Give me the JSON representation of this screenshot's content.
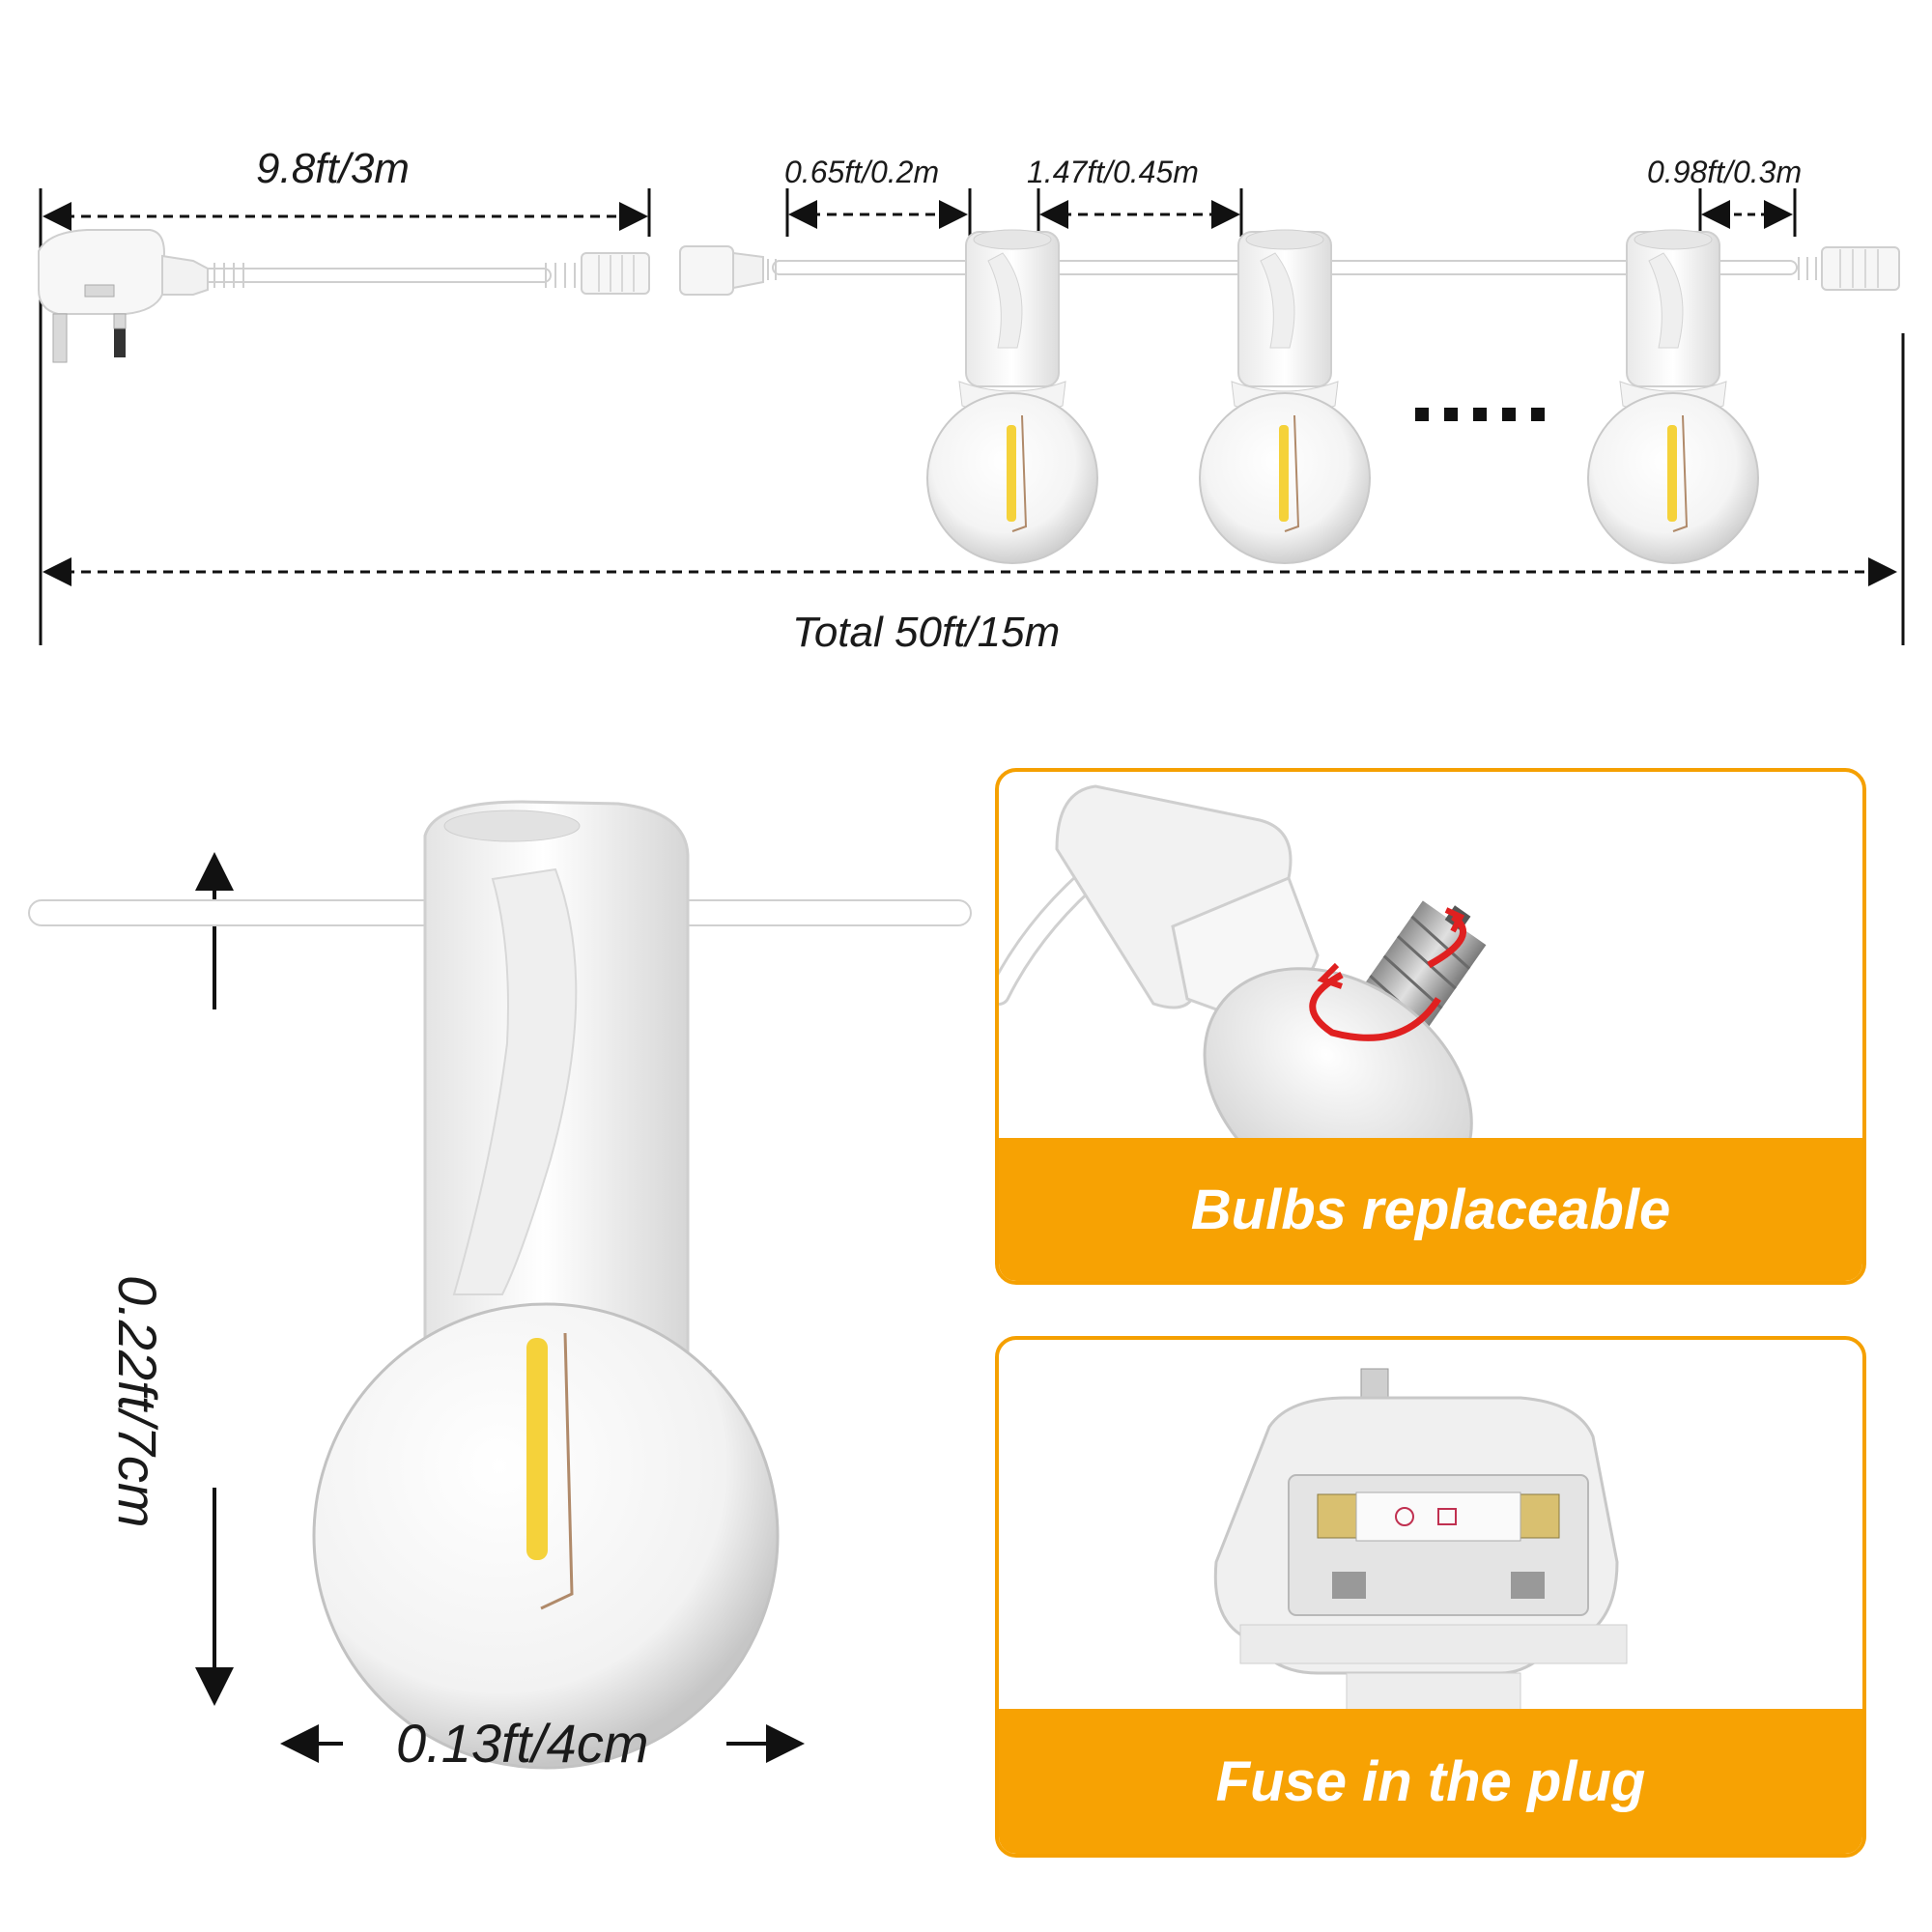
{
  "top_diagram": {
    "lead_length_label": "9.8ft/3m",
    "first_gap_label": "0.65ft/0.2m",
    "bulb_spacing_label": "1.47ft/0.45m",
    "end_gap_label": "0.98ft/0.3m",
    "total_prefix": "Total",
    "total_value": "50ft/15m"
  },
  "bulb_closeup": {
    "height_label": "0.22ft/7cm",
    "width_label": "0.13ft/4cm"
  },
  "features": [
    {
      "label": "Bulbs replaceable"
    },
    {
      "label": "Fuse in the plug"
    }
  ],
  "colors": {
    "accent": "#f7a203",
    "card_border": "#f5a000",
    "label_text": "#ffffff",
    "rotate_arrow": "#e02020",
    "filament": "#f5d23a"
  },
  "icons": {
    "plug": "uk-plug-icon",
    "connector": "connector-icon",
    "bulb": "bulb-icon",
    "rotate": "rotate-arrows-icon",
    "fuse": "fuse-icon"
  }
}
